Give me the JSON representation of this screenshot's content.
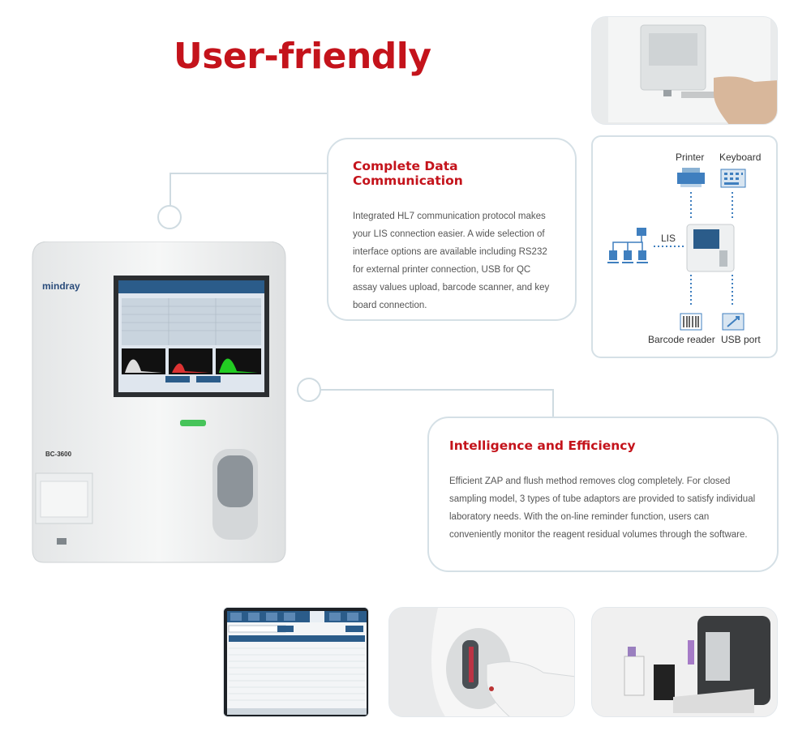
{
  "title": "User-friendly",
  "card1": {
    "heading": "Complete Data Communication",
    "body": "Integrated HL7 communication protocol makes your LIS connection easier. A wide selection of interface options are available including RS232 for external printer connection, USB for QC assay values upload, barcode scanner, and key board connection."
  },
  "card2": {
    "heading": "Intelligence and Efficiency",
    "body": "Efficient ZAP and flush method removes clog completely. For closed sampling model, 3 types of tube adaptors are provided to satisfy individual laboratory needs. With the on-line reminder function, users can conveniently monitor the reagent residual volumes through the software."
  },
  "device": {
    "brand": "mindray",
    "model": "BC-3600"
  },
  "diagram": {
    "printer": "Printer",
    "keyboard": "Keyboard",
    "lis": "LIS",
    "barcode": "Barcode reader",
    "usb": "USB port"
  },
  "colors": {
    "accent": "#c4131b",
    "border": "#d5e0e6",
    "screen": "#2b5c8a"
  }
}
